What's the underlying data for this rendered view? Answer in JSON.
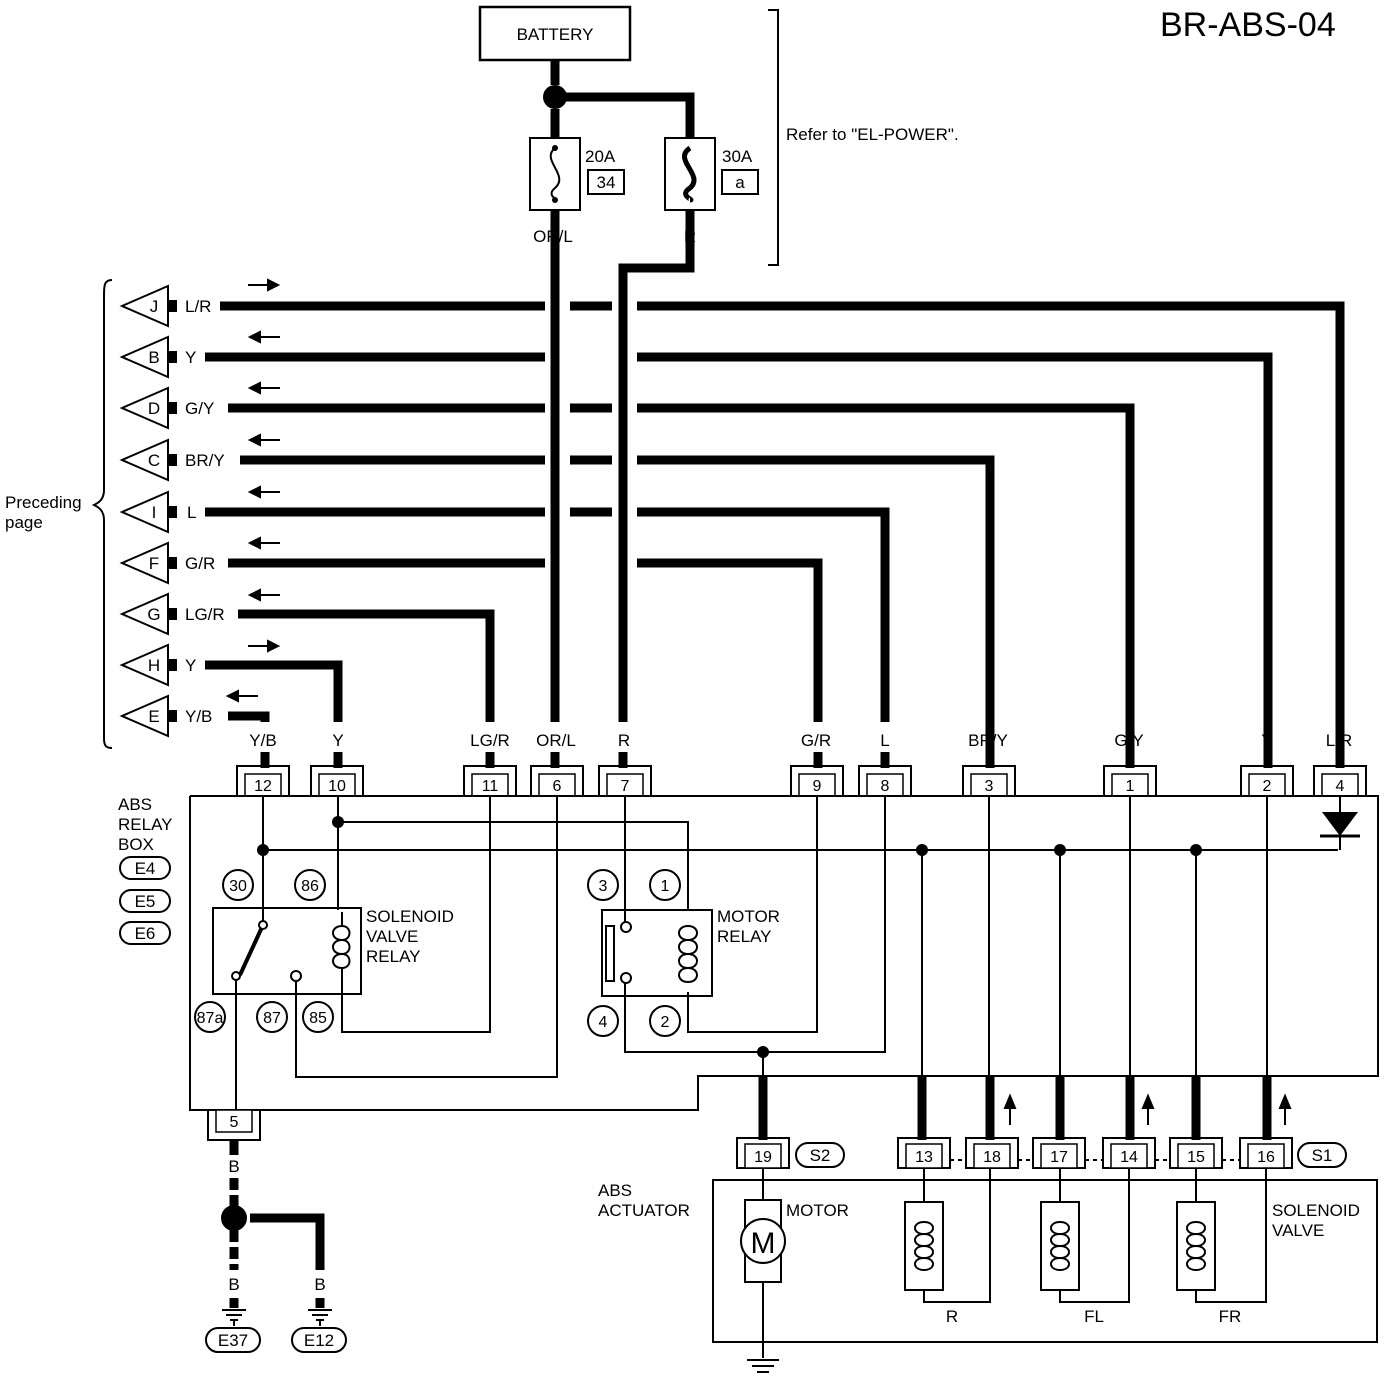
{
  "title": "BR-ABS-04",
  "battery": "BATTERY",
  "refer_text": "Refer to \"EL-POWER\".",
  "fuses": [
    {
      "rating": "20A",
      "id": "34",
      "wire": "OR/L"
    },
    {
      "rating": "30A",
      "id": "a",
      "wire": "R"
    }
  ],
  "preceding_text_1": "Preceding",
  "preceding_text_2": "page",
  "connectors": [
    {
      "id": "J",
      "wire": "L/R"
    },
    {
      "id": "B",
      "wire": "Y"
    },
    {
      "id": "D",
      "wire": "G/Y"
    },
    {
      "id": "C",
      "wire": "BR/Y"
    },
    {
      "id": "I",
      "wire": "L"
    },
    {
      "id": "F",
      "wire": "G/R"
    },
    {
      "id": "G",
      "wire": "LG/R"
    },
    {
      "id": "H",
      "wire": "Y"
    },
    {
      "id": "E",
      "wire": "Y/B"
    }
  ],
  "relay_box_pins": [
    {
      "wire": "Y/B",
      "pin": "12"
    },
    {
      "wire": "Y",
      "pin": "10"
    },
    {
      "wire": "LG/R",
      "pin": "11"
    },
    {
      "wire": "OR/L",
      "pin": "6"
    },
    {
      "wire": "R",
      "pin": "7"
    },
    {
      "wire": "G/R",
      "pin": "9"
    },
    {
      "wire": "L",
      "pin": "8"
    },
    {
      "wire": "BR/Y",
      "pin": "3"
    },
    {
      "wire": "G/Y",
      "pin": "1"
    },
    {
      "wire": "Y",
      "pin": "2"
    },
    {
      "wire": "L/R",
      "pin": "4"
    }
  ],
  "relay_box": {
    "line1": "ABS",
    "line2": "RELAY",
    "line3": "BOX",
    "conn1": "E4",
    "conn2": "E5",
    "conn3": "E6",
    "ground_pin": "5"
  },
  "solenoid_relay": {
    "line1": "SOLENOID",
    "line2": "VALVE",
    "line3": "RELAY",
    "t30": "30",
    "t86": "86",
    "t87a": "87a",
    "t87": "87",
    "t85": "85"
  },
  "motor_relay": {
    "line1": "MOTOR",
    "line2": "RELAY",
    "t3": "3",
    "t1": "1",
    "t4": "4",
    "t2": "2"
  },
  "ground": {
    "wire": "B",
    "left_wire": "B",
    "right_wire": "B",
    "left_conn": "E37",
    "right_conn": "E12"
  },
  "actuator": {
    "line1": "ABS",
    "line2": "ACTUATOR",
    "motor_label": "MOTOR",
    "motor_symbol": "M",
    "motor_pin": "19",
    "s2": "S2",
    "s1": "S1",
    "sv_line1": "SOLENOID",
    "sv_line2": "VALVE",
    "pins": [
      "13",
      "18",
      "17",
      "14",
      "15",
      "16"
    ],
    "valves": [
      "R",
      "FL",
      "FR"
    ]
  },
  "arrow_glyph": "↑"
}
